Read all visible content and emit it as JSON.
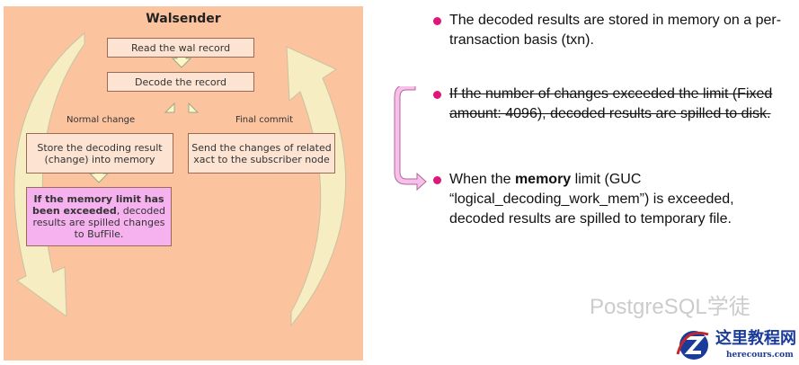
{
  "diagram": {
    "title": "Walsender",
    "read": "Read the wal record",
    "decode": "Decode the record",
    "normal_label": "Normal change",
    "final_label": "Final commit",
    "store": "Store the decoding result (change) into memory",
    "send": "Send the changes of related xact to the subscriber node",
    "spill_bold": "If the memory limit has been exceeded",
    "spill_rest": ", decoded results are spilled changes to BufFile."
  },
  "bullets": [
    {
      "text": "The decoded results are stored in memory on a per-transaction basis (txn)."
    },
    {
      "text": "If the number of changes exceeded the limit (Fixed amount: 4096), decoded results are spilled to disk."
    },
    {
      "pre": "When the ",
      "bold": "memory",
      "post": " limit (GUC “logical_decoding_work_mem”) is exceeded, decoded results are spilled to temporary file."
    }
  ],
  "watermark": {
    "text": "PostgreSQL学徒",
    "logo_cn": "这里教程网",
    "logo_url": "herecours.com"
  },
  "colors": {
    "panel": "#fbc39e",
    "bullet": "#e0177a",
    "highlight": "#f5b2ef"
  }
}
